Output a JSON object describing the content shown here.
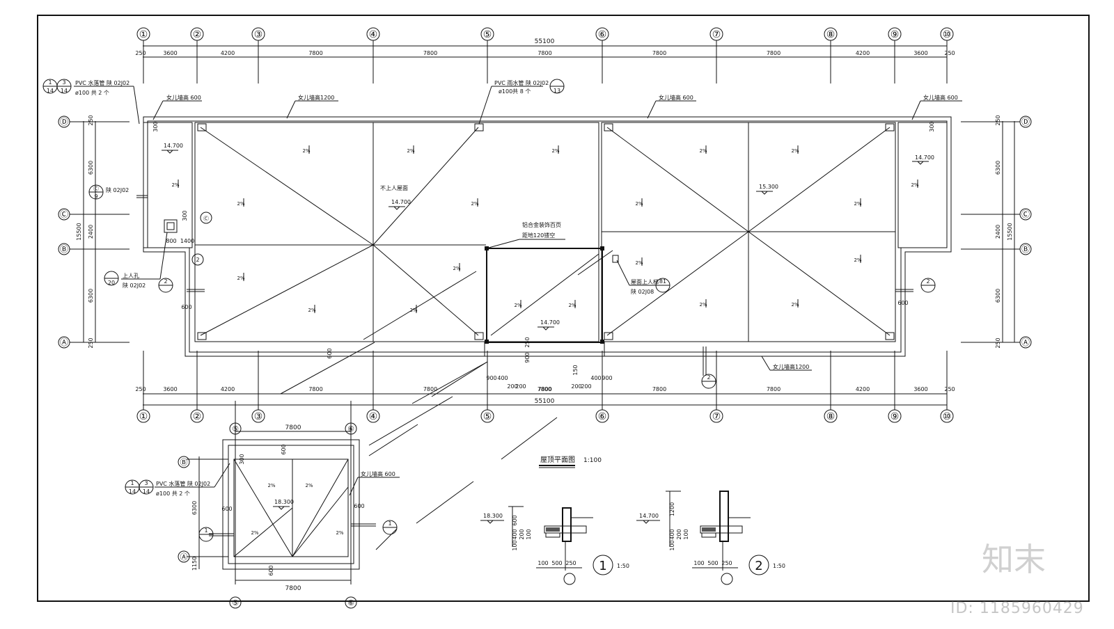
{
  "axes": {
    "top": [
      "①",
      "②",
      "③",
      "④",
      "⑤",
      "⑥",
      "⑦",
      "⑧",
      "⑨",
      "⑩"
    ],
    "rows": [
      "Ⓓ",
      "Ⓒ",
      "Ⓑ",
      "Ⓐ"
    ],
    "aux": {
      "c": "Ⓒ",
      "b": "Ⓑ",
      "a": "Ⓐ",
      "five": "⑤",
      "six": "⑥"
    }
  },
  "dims": {
    "total": "55100",
    "segments": [
      "250",
      "3600",
      "4200",
      "7800",
      "7800",
      "7800",
      "7800",
      "7800",
      "4200",
      "3600",
      "250"
    ],
    "left_total": "15500",
    "left_segments": [
      "250",
      "6300",
      "2400",
      "6300",
      "250"
    ],
    "right_total": "15500",
    "right_segments": [
      "250",
      "6300",
      "2400",
      "6300",
      "250"
    ],
    "stair": [
      "900",
      "400",
      "200",
      "200",
      "7800",
      "200",
      "200",
      "400",
      "900"
    ],
    "misc": {
      "d300": "300",
      "d800": "800",
      "d1400": "1400",
      "d600": "600",
      "d250": "250",
      "d150": "150",
      "d900": "900"
    },
    "small": {
      "w7800": "7800",
      "h6300": "6300",
      "h1150": "1150",
      "d600": "600",
      "d300": "300"
    }
  },
  "elev": {
    "l": "14.700",
    "mid": "14.700",
    "r": "15.300",
    "rr": "14.700",
    "stair": "14.700",
    "small": "18.300"
  },
  "slope": "2%",
  "labels": {
    "parapet600": "女儿墙高 600",
    "parapet1200": "女儿墙高1200",
    "pvc_pipe": "PVC 水落管 陕 02J02",
    "pvc_pipe_count": "ø100 共 2 个",
    "pvc_rain": "PVC 雨水管 陕 02J02",
    "pvc_rain_count": "ø100共 8 个",
    "ref_02j02": "陕 02J02",
    "no_access": "不上人屋面",
    "louver": "铝合金装饰百页",
    "louver_gap": "距地120镂空",
    "hatch": "上人孔",
    "hatch_ref": "陕 02J02",
    "ladder": "屋面上人梯",
    "ladder_ref": "陕 02J08",
    "plan_title": "屋顶平面图",
    "plan_scale": "1:100"
  },
  "callouts": {
    "n1": "1",
    "n2": "2",
    "n3": "3",
    "n13": "13",
    "n14": "14",
    "n20": "20",
    "n81": "81",
    "n9": "9"
  },
  "details": [
    {
      "mark": "1",
      "scale": "1:50",
      "elev": "18.300",
      "h": "600",
      "h2": "400",
      "h3": "100",
      "h4": "200",
      "h5": "100",
      "w": [
        "100",
        "500",
        "250"
      ]
    },
    {
      "mark": "2",
      "scale": "1:50",
      "elev": "14.700",
      "h": "1200",
      "h2": "400",
      "h3": "100",
      "h4": "200",
      "h5": "100",
      "w": [
        "100",
        "500",
        "250"
      ]
    }
  ],
  "watermark": {
    "id": "ID: 1185960429",
    "logo": "知末"
  }
}
